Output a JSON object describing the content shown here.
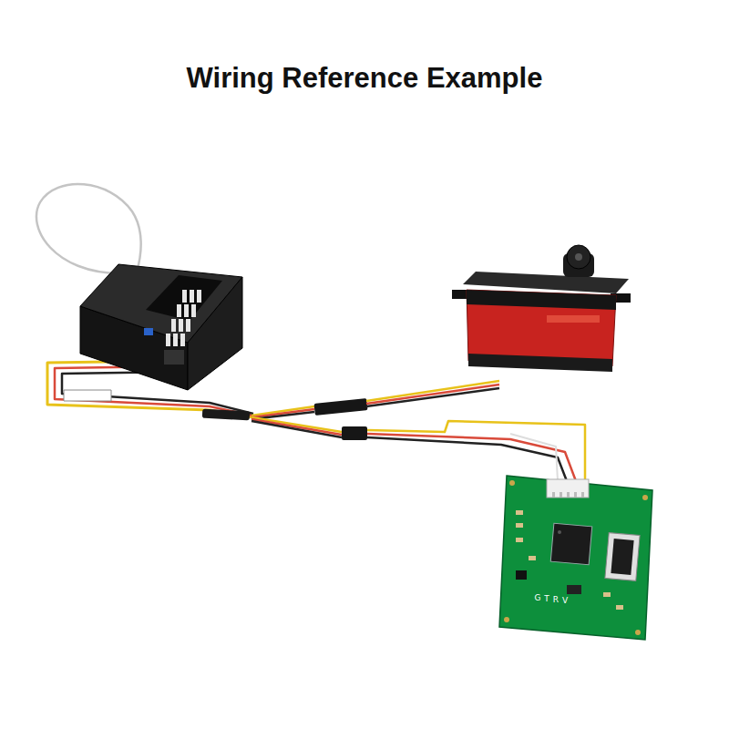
{
  "diagram": {
    "title": "Wiring Reference Example",
    "labels": [
      "G",
      "T",
      "R",
      "V"
    ]
  }
}
